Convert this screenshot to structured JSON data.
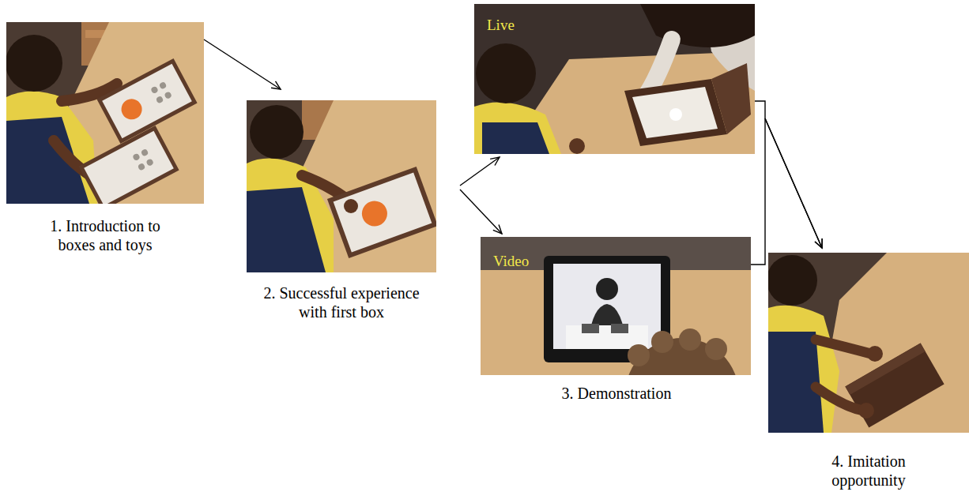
{
  "diagram": {
    "nodes": [
      {
        "text": [
          "1. Introduction to boxes and toys"
        ]
      },
      {
        "text": [
          "2. Successful experience with first box"
        ]
      },
      {
        "text": [
          "Live"
        ]
      },
      {
        "text": [
          "Video"
        ]
      },
      {
        "text": [
          "4. Imitation opportunity"
        ]
      }
    ],
    "edges": [
      {
        "from": 0,
        "to": 1,
        "arrow": "to"
      },
      {
        "from": 1,
        "to": 2,
        "arrow": "to"
      },
      {
        "from": 1,
        "to": 3,
        "arrow": "to"
      },
      {
        "from": 2,
        "to": 4,
        "arrow": "to"
      },
      {
        "from": 3,
        "to": 4,
        "arrow": "to"
      }
    ],
    "labels": [
      "3. Demonstration"
    ]
  }
}
